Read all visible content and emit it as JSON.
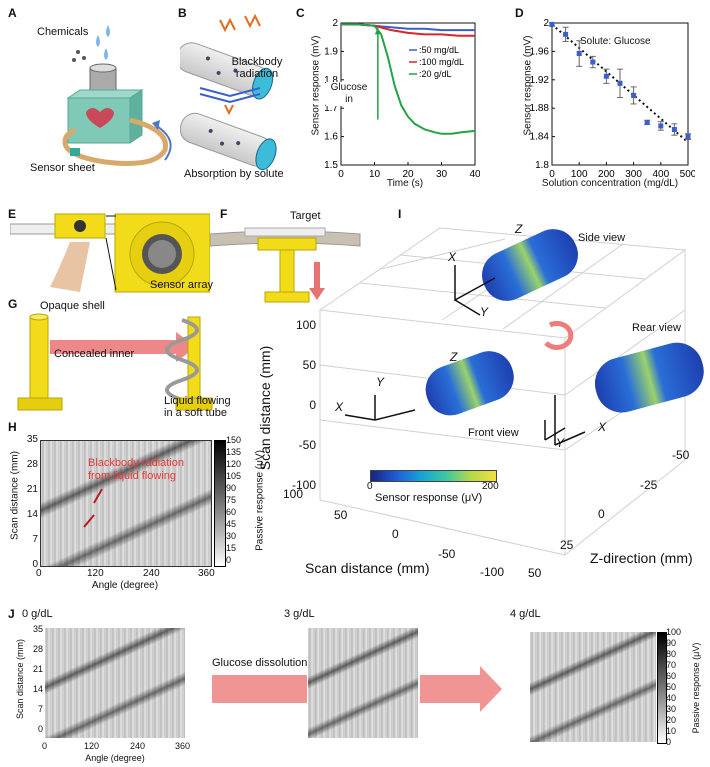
{
  "panels": {
    "A": {
      "letter": "A",
      "chemicals": "Chemicals",
      "sensor_sheet": "Sensor sheet"
    },
    "B": {
      "letter": "B",
      "blackbody": "Blackbody",
      "radiation": "radiation",
      "absorption": "Absorption by solute"
    },
    "C": {
      "letter": "C",
      "ylabel": "Sensor response (mV)",
      "xlabel": "Time (s)",
      "glucose_in_1": "Glucose",
      "glucose_in_2": "in"
    },
    "D": {
      "letter": "D",
      "ylabel": "Sensor response (mV)",
      "xlabel": "Solution concentration (mg/dL)",
      "annotation": "Solute: Glucose"
    },
    "E": {
      "letter": "E",
      "sensor_array": "Sensor array"
    },
    "F": {
      "letter": "F",
      "target": "Target"
    },
    "G": {
      "letter": "G",
      "opaque_shell": "Opaque shell",
      "concealed_inner": "Concealed inner",
      "liquid_1": "Liquid flowing",
      "liquid_2": "in a soft tube"
    },
    "H": {
      "letter": "H",
      "ylabel": "Scan distance (mm)",
      "xlabel": "Angle (degree)",
      "cbar_label": "Passive response (μV)",
      "annotation_1": "Blackbody radiation",
      "annotation_2": "from liquid flowing",
      "yticks": [
        "35",
        "28",
        "21",
        "14",
        "7",
        "0"
      ],
      "xticks": [
        "0",
        "120",
        "240",
        "360"
      ],
      "cbar_ticks": [
        "150",
        "135",
        "120",
        "105",
        "90",
        "75",
        "60",
        "45",
        "30",
        "15",
        "0"
      ]
    },
    "I": {
      "letter": "I",
      "side_view": "Side view",
      "rear_view": "Rear view",
      "front_view": "Front view",
      "cbar_label": "Sensor response (μV)",
      "cbar_min": "0",
      "cbar_max": "200",
      "zlabel": "Scan distance (mm)",
      "xlabel": "Scan distance (mm)",
      "ylabel": "Z-direction (mm)",
      "zticks": [
        "100",
        "50",
        "0",
        "-50",
        "-100"
      ],
      "xticks": [
        "100",
        "50",
        "0",
        "-50",
        "-100"
      ],
      "yticks": [
        "-50",
        "-25",
        "0",
        "25",
        "50"
      ],
      "axis_x": "X",
      "axis_y": "Y",
      "axis_z": "Z"
    },
    "J": {
      "letter": "J",
      "conc_0": "0 g/dL",
      "conc_3": "3 g/dL",
      "conc_4": "4 g/dL",
      "process": "Glucose dissolution",
      "ylabel": "Scan distance (mm)",
      "xlabel": "Angle (degree)",
      "cbar_label": "Passive response (μV)",
      "yticks": [
        "35",
        "28",
        "21",
        "14",
        "7",
        "0"
      ],
      "xticks": [
        "0",
        "120",
        "240",
        "360"
      ],
      "cbar_ticks": [
        "100",
        "90",
        "80",
        "70",
        "60",
        "50",
        "40",
        "30",
        "20",
        "10",
        "0"
      ]
    }
  },
  "chart_data": [
    {
      "type": "line",
      "panel": "C",
      "xlabel": "Time (s)",
      "ylabel": "Sensor response (mV)",
      "xlim": [
        0,
        40
      ],
      "ylim": [
        1.5,
        2.0
      ],
      "xticks": [
        0,
        10,
        20,
        30,
        40
      ],
      "yticks": [
        1.5,
        1.6,
        1.7,
        1.8,
        1.9,
        2.0
      ],
      "series": [
        {
          "name": "50 mg/dL",
          "color": "#3a5fcd",
          "x": [
            0,
            5,
            10,
            15,
            20,
            25,
            30,
            35,
            40
          ],
          "y": [
            1.995,
            1.995,
            1.99,
            1.985,
            1.98,
            1.98,
            1.975,
            1.975,
            1.975
          ]
        },
        {
          "name": "100 mg/dL",
          "color": "#d62728",
          "x": [
            0,
            5,
            10,
            15,
            20,
            25,
            30,
            35,
            40
          ],
          "y": [
            1.995,
            1.995,
            1.99,
            1.975,
            1.965,
            1.96,
            1.96,
            1.955,
            1.955
          ]
        },
        {
          "name": "20 g/dL",
          "color": "#22a345",
          "x": [
            0,
            5,
            10,
            12,
            14,
            16,
            18,
            20,
            22,
            25,
            28,
            30,
            33,
            36,
            40
          ],
          "y": [
            1.995,
            1.995,
            1.99,
            1.96,
            1.88,
            1.78,
            1.71,
            1.67,
            1.645,
            1.625,
            1.615,
            1.61,
            1.61,
            1.615,
            1.62
          ]
        }
      ]
    },
    {
      "type": "scatter",
      "panel": "D",
      "xlabel": "Solution concentration (mg/dL)",
      "ylabel": "Sensor response (mV)",
      "xlim": [
        0,
        500
      ],
      "ylim": [
        1.8,
        2.0
      ],
      "xticks": [
        0,
        100,
        200,
        300,
        400,
        500
      ],
      "yticks": [
        1.8,
        1.84,
        1.88,
        1.92,
        1.96,
        2.0
      ],
      "series": [
        {
          "name": "",
          "color": "#3a5fcd",
          "x": [
            0,
            50,
            100,
            150,
            200,
            250,
            300,
            350,
            400,
            450,
            500
          ],
          "y": [
            1.998,
            1.984,
            1.957,
            1.945,
            1.925,
            1.915,
            1.898,
            1.86,
            1.855,
            1.85,
            1.84
          ],
          "err": [
            0.002,
            0.01,
            0.018,
            0.008,
            0.01,
            0.02,
            0.012,
            0.003,
            0.006,
            0.008,
            0.004
          ]
        }
      ],
      "fit": {
        "style": "dotted",
        "x": [
          0,
          500
        ],
        "y": [
          1.998,
          1.832
        ]
      }
    }
  ]
}
